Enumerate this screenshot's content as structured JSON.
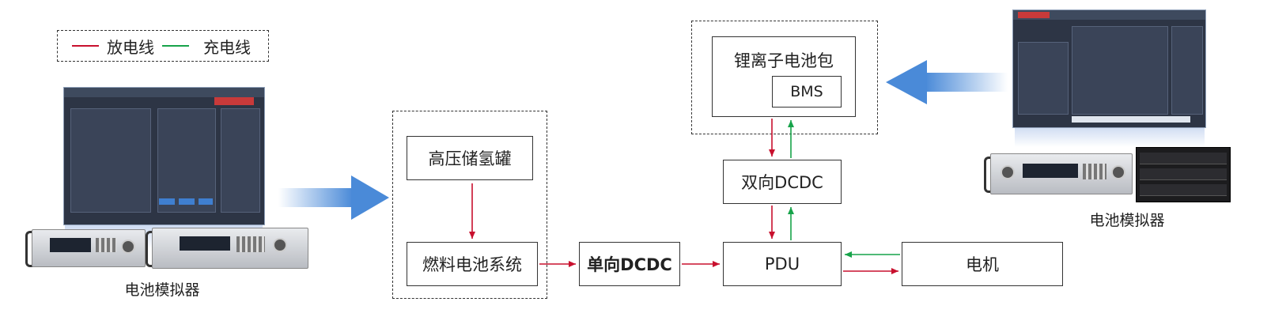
{
  "legend": {
    "discharge_label": "放电线",
    "charge_label": "充电线",
    "discharge_color": "#c8102e",
    "charge_color": "#17a34a"
  },
  "nodes": {
    "hydrogen_tank": "高压储氢罐",
    "fuel_cell": "燃料电池系统",
    "dcdc_uni": "单向DCDC",
    "pdu": "PDU",
    "motor": "电机",
    "dcdc_bi": "双向DCDC",
    "li_pack": "锂离子电池包",
    "bms": "BMS"
  },
  "simulators": {
    "left_label": "电池模拟器",
    "right_label": "电池模拟器"
  },
  "colors": {
    "flow_arrow": "#4a8ad8",
    "border": "#333333"
  }
}
